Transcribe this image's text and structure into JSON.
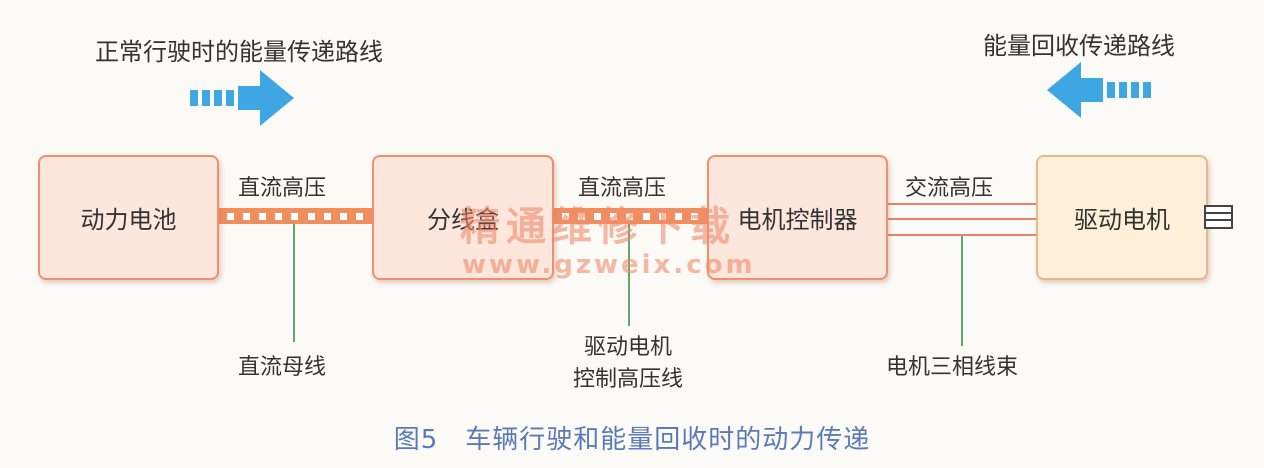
{
  "legend": {
    "forward_label": "正常行驶时的能量传递路线",
    "recovery_label": "能量回收传递路线"
  },
  "boxes": {
    "battery": "动力电池",
    "junction": "分线盒",
    "controller": "电机控制器",
    "motor": "驱动电机"
  },
  "connections": {
    "battery_junction": "直流高压",
    "junction_controller": "直流高压",
    "controller_motor": "交流高压"
  },
  "callouts": {
    "dc_bus": "直流母线",
    "motor_ctrl_line_1": "驱动电机",
    "motor_ctrl_line_2": "控制高压线",
    "three_phase": "电机三相线束"
  },
  "watermark": {
    "cn": "精通维修下载",
    "url": "www.gzweix.com"
  },
  "caption": "图5　车辆行驶和能量回收时的动力传递",
  "colors": {
    "arrow": "#3ea7e3",
    "box_fill": "#fde7dc",
    "box_border": "#ef8f6d",
    "bus": "#f28e5e",
    "callout_line": "#5fa86c",
    "caption": "#5b7bb8"
  }
}
